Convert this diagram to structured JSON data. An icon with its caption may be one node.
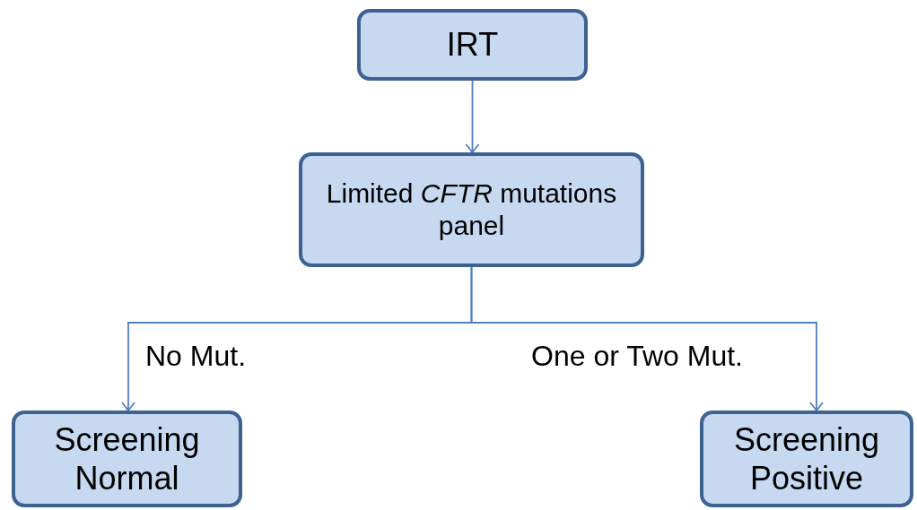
{
  "diagram": {
    "nodes": [
      {
        "text": [
          "IRT"
        ]
      },
      {
        "text": [
          "Limited *CFTR* mutations panel"
        ]
      },
      {
        "text": [
          "Screening Normal"
        ]
      },
      {
        "text": [
          "Screening Positive"
        ]
      }
    ],
    "edges": [
      {
        "from": 0,
        "to": 1,
        "arrow": "to"
      },
      {
        "from": 1,
        "to": 2,
        "arrow": "to",
        "label": "No Mut."
      },
      {
        "from": 1,
        "to": 3,
        "arrow": "to",
        "label": "One or Two Mut."
      }
    ]
  }
}
